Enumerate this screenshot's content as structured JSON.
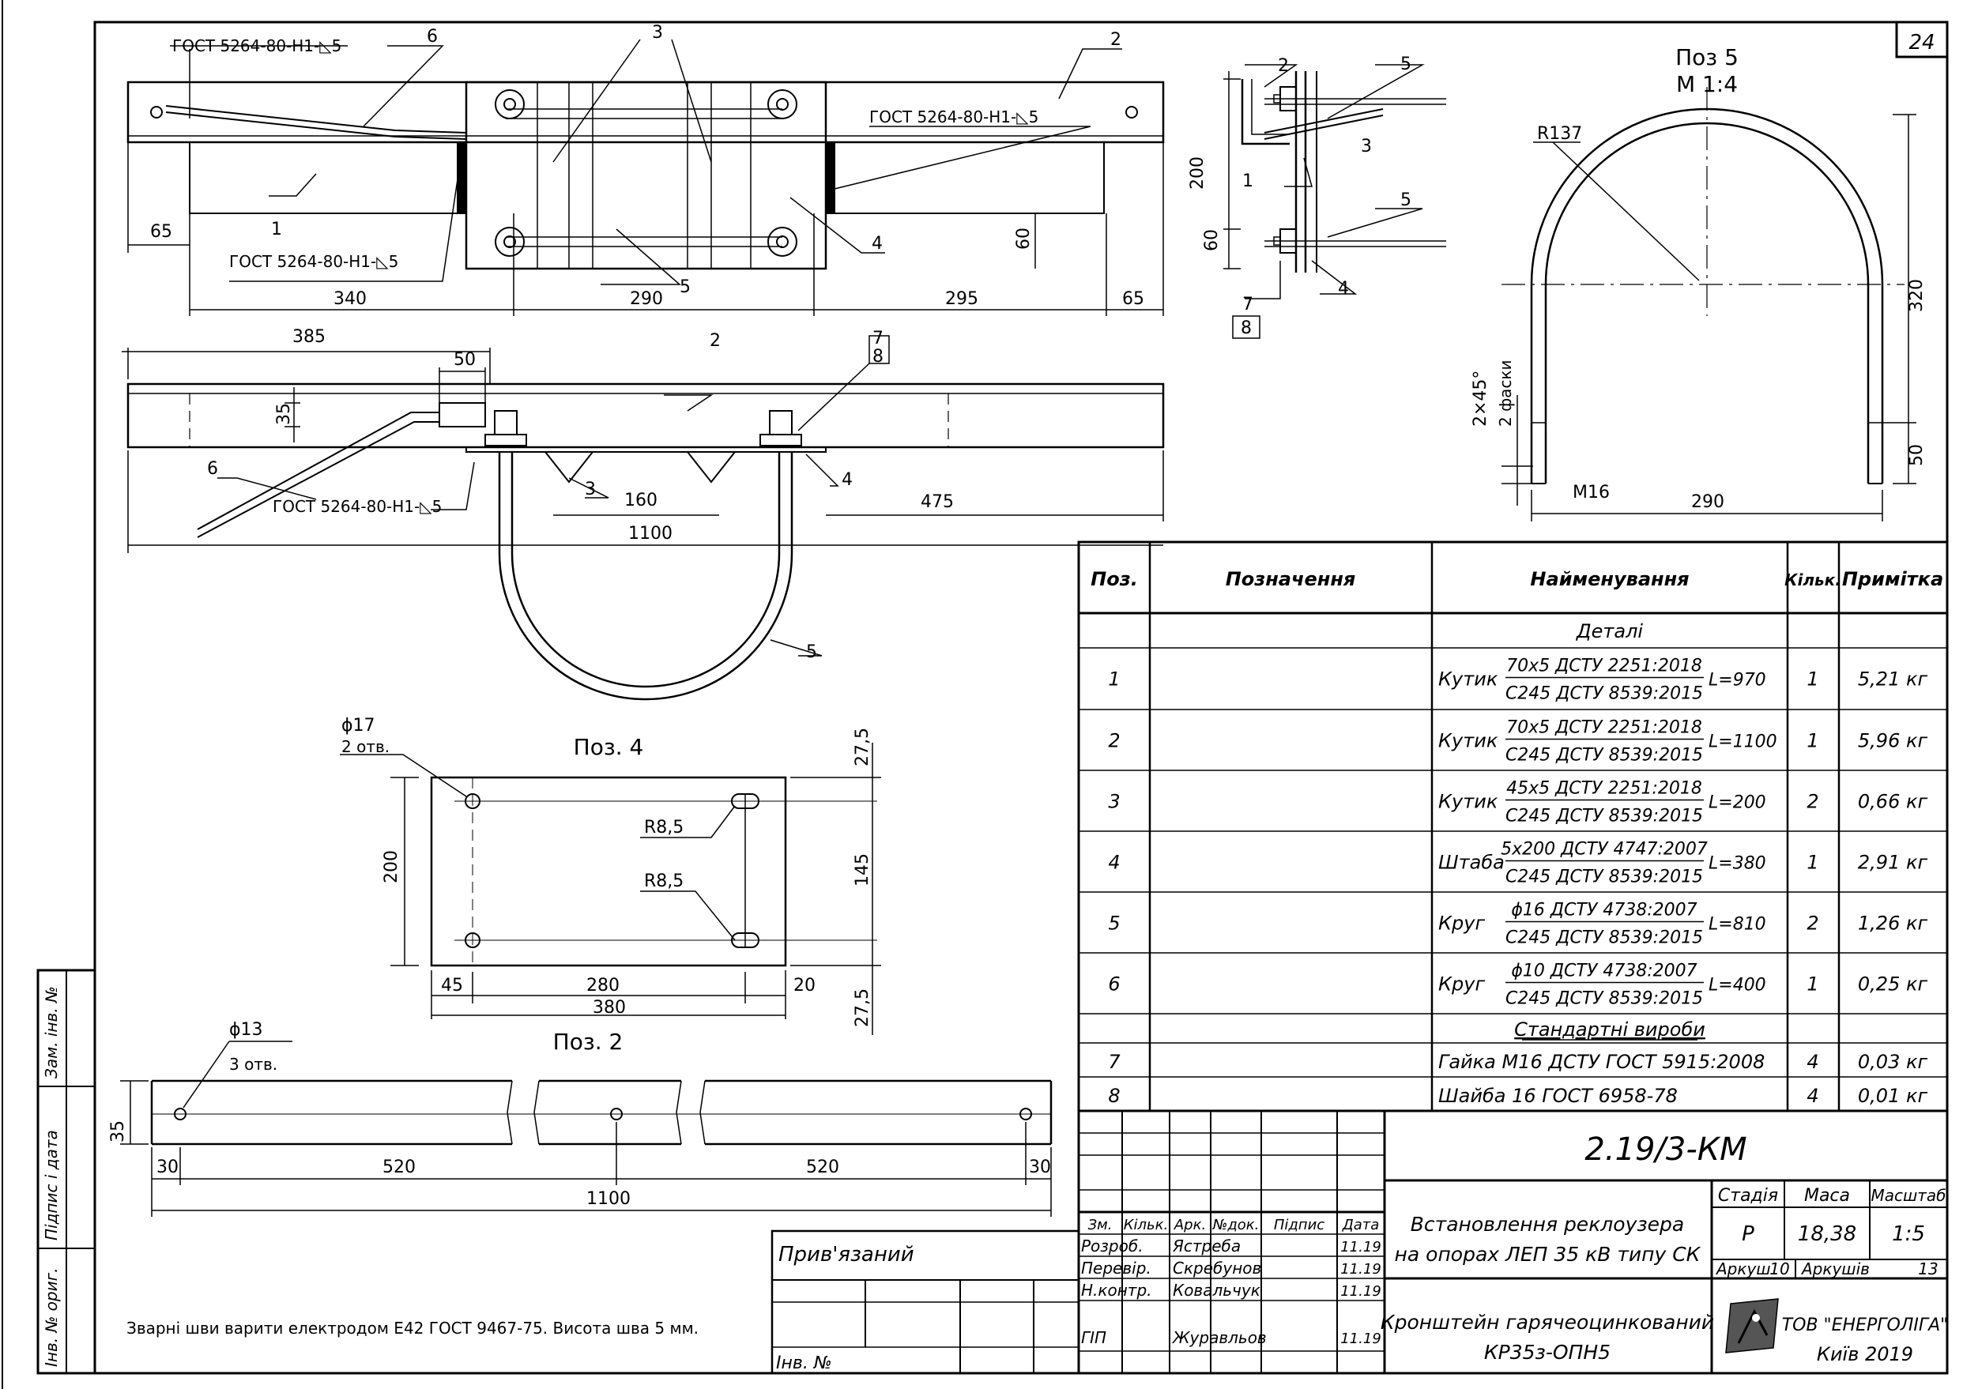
{
  "sheet_number": "24",
  "plan": {
    "gost_top_left": "ГОСТ 5264-80-Н1-◺5",
    "gost_top_right": "ГОСТ 5264-80-Н1-◺5",
    "gost_bottom_left": "ГОСТ 5264-80-Н1-◺5",
    "pos_6": "6",
    "pos_3": "3",
    "pos_2": "2",
    "pos_1": "1",
    "pos_4": "4",
    "pos_5": "5",
    "dim_65_left": "65",
    "dim_340": "340",
    "dim_290": "290",
    "dim_295": "295",
    "dim_65_right": "65",
    "dim_60": "60"
  },
  "side_view": {
    "pos_2": "2",
    "pos_5_top": "5",
    "pos_3": "3",
    "pos_1": "1",
    "pos_5_bottom": "5",
    "pos_4": "4",
    "pos_7": "7",
    "pos_8": "8",
    "dim_200": "200",
    "dim_60": "60"
  },
  "pos5_view": {
    "title": "Поз 5",
    "scale": "М 1:4",
    "radius": "R137",
    "dim_320": "320",
    "chamfer": "2×45°",
    "chamfer_note": "2 фаски",
    "thread": "М16",
    "dim_290": "290",
    "dim_50": "50"
  },
  "front_view": {
    "dim_385": "385",
    "dim_50": "50",
    "dim_35": "35",
    "pos_2": "2",
    "pos_7": "7",
    "pos_8": "8",
    "pos_6": "6",
    "gost": "ГОСТ 5264-80-Н1-◺5",
    "pos_3": "3",
    "dim_160": "160",
    "pos_4": "4",
    "dim_475": "475",
    "dim_1100": "1100",
    "pos_5": "5"
  },
  "pos4_view": {
    "title": "Поз. 4",
    "hole": "ϕ17",
    "hole_count": "2 отв.",
    "r1": "R8,5",
    "r2": "R8,5",
    "dim_200": "200",
    "dim_275_top": "27,5",
    "dim_145": "145",
    "dim_275_bottom": "27,5",
    "dim_45": "45",
    "dim_280": "280",
    "dim_20": "20",
    "dim_380": "380"
  },
  "pos2_view": {
    "title": "Поз. 2",
    "hole": "ϕ13",
    "hole_count": "3 отв.",
    "dim_35": "35",
    "dim_30_left": "30",
    "dim_520_left": "520",
    "dim_520_right": "520",
    "dim_30_right": "30",
    "dim_1100": "1100"
  },
  "weld_note": "Зварні шви варити електродом Е42 ГОСТ 9467-75. Висота шва 5 мм.",
  "left_strip": [
    "Інв. № ориг.",
    "Підпис і дата",
    "Зам. інв. №"
  ],
  "spec": {
    "headers": {
      "pos": "Поз.",
      "designation": "Позначення",
      "name": "Найменування",
      "qty": "Кільк.",
      "note": "Примітка"
    },
    "section_details": "Деталі",
    "section_standard": "Стандартні вироби",
    "rows": [
      {
        "pos": "1",
        "kind": "Кутик",
        "top": "70х5 ДСТУ 2251:2018",
        "bottom": "С245 ДСТУ 8539:2015",
        "len": "L=970",
        "qty": "1",
        "note": "5,21 кг"
      },
      {
        "pos": "2",
        "kind": "Кутик",
        "top": "70х5 ДСТУ 2251:2018",
        "bottom": "С245 ДСТУ 8539:2015",
        "len": "L=1100",
        "qty": "1",
        "note": "5,96 кг"
      },
      {
        "pos": "3",
        "kind": "Кутик",
        "top": "45х5 ДСТУ 2251:2018",
        "bottom": "С245 ДСТУ 8539:2015",
        "len": "L=200",
        "qty": "2",
        "note": "0,66 кг"
      },
      {
        "pos": "4",
        "kind": "Штаба",
        "top": "5х200 ДСТУ 4747:2007",
        "bottom": "С245 ДСТУ 8539:2015",
        "len": "L=380",
        "qty": "1",
        "note": "2,91 кг"
      },
      {
        "pos": "5",
        "kind": "Круг",
        "top": "ϕ16 ДСТУ 4738:2007",
        "bottom": "С245 ДСТУ 8539:2015",
        "len": "L=810",
        "qty": "2",
        "note": "1,26 кг"
      },
      {
        "pos": "6",
        "kind": "Круг",
        "top": "ϕ10 ДСТУ 4738:2007",
        "bottom": "С245 ДСТУ 8539:2015",
        "len": "L=400",
        "qty": "1",
        "note": "0,25 кг"
      }
    ],
    "std_rows": [
      {
        "pos": "7",
        "name": "Гайка М16 ДСТУ ГОСТ 5915:2008",
        "qty": "4",
        "note": "0,03 кг"
      },
      {
        "pos": "8",
        "name": "Шайба 16 ГОСТ 6958-78",
        "qty": "4",
        "note": "0,01 кг"
      }
    ]
  },
  "title_block": {
    "code": "2.19/3-КМ",
    "col_headers": [
      "Зм.",
      "Кільк.",
      "Арк.",
      "№док.",
      "Підпис",
      "Дата"
    ],
    "people": [
      {
        "role": "Розроб.",
        "name": "Ястреба",
        "date": "11.19"
      },
      {
        "role": "Перевір.",
        "name": "Скребунов",
        "date": "11.19"
      },
      {
        "role": "Н.контр.",
        "name": "Ковальчук",
        "date": "11.19"
      },
      {
        "role": "ГІП",
        "name": "Журавльов",
        "date": "11.19"
      }
    ],
    "project_line1": "Встановлення реклоузера",
    "project_line2": "на опорах ЛЕП 35 кВ типу СК",
    "stage_label": "Стадія",
    "mass_label": "Маса",
    "scale_label": "Масштаб",
    "stage": "Р",
    "mass": "18,38",
    "scale": "1:5",
    "sheet_label": "Аркуш",
    "sheet": "10",
    "sheets_label": "Аркушів",
    "sheets": "13",
    "drawing_line1": "Кронштейн гарячеоцинкований",
    "drawing_line2": "КР35з-ОПН5",
    "company": "ТОВ \"ЕНЕРГОЛІГА\"",
    "city_year": "Київ 2019",
    "linked": "Прив'язаний",
    "inv": "Інв. №"
  }
}
